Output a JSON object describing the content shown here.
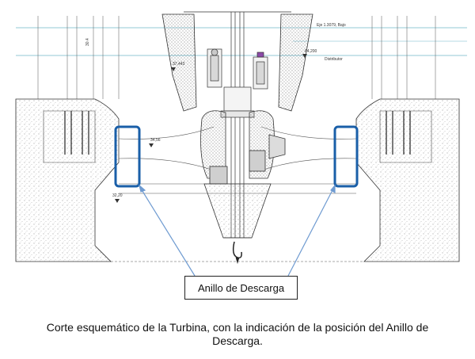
{
  "drawing": {
    "labels": {
      "el_top_right": "Eje 1.3079, Bajo",
      "el_64": "64,200",
      "distributor": "Distributor",
      "el_37": "37,443",
      "el_34": "34,56",
      "el_32": "32,20",
      "level_left": "30.4"
    },
    "highlight_color": "#1a5fa8",
    "arrow_color": "#6f9bd1",
    "line_color": "#444444"
  },
  "callout": {
    "label": "Anillo de Descarga"
  },
  "caption": {
    "line1": "Corte esquemático de la Turbina, con la indicación de la posición del Anillo de",
    "line2": "Descarga."
  }
}
